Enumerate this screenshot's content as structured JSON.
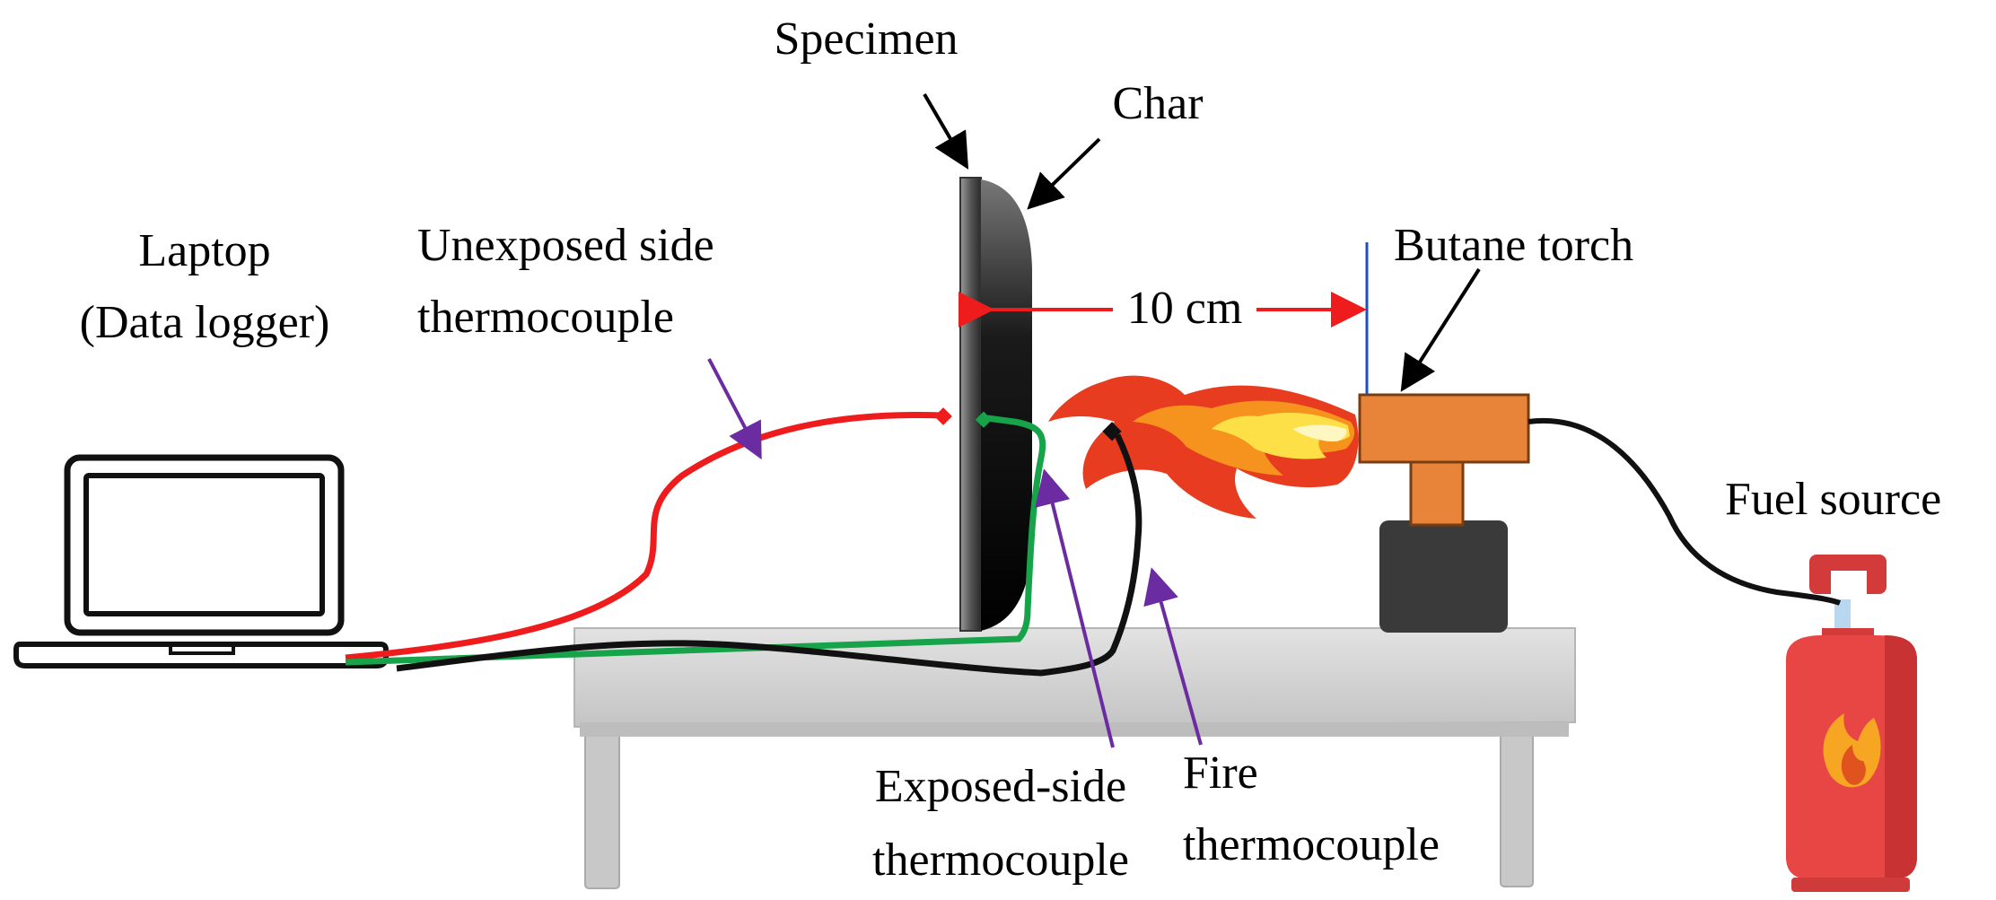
{
  "labels": {
    "specimen": "Specimen",
    "char": "Char",
    "laptop_line1": "Laptop",
    "laptop_line2": "(Data logger)",
    "unexposed_line1": "Unexposed side",
    "unexposed_line2": "thermocouple",
    "distance": "10 cm",
    "butane_torch": "Butane torch",
    "fuel_source": "Fuel source",
    "exposed_line1": "Exposed-side",
    "exposed_line2": "thermocouple",
    "fire_line1": "Fire",
    "fire_line2": "thermocouple"
  },
  "colors": {
    "unexposed_wire": "#ee1c1c",
    "exposed_wire": "#16a34a",
    "fire_wire": "#111111",
    "pointer_arrow": "#6a2ca0",
    "distance_arrow": "#ee1c1c",
    "torch_body": "#e8833a",
    "cylinder": "#e84545",
    "table": "#d4d4d4"
  },
  "icons": {
    "laptop": "laptop-icon",
    "flame": "flame-icon",
    "torch": "butane-torch-icon",
    "cylinder": "gas-cylinder-icon"
  }
}
